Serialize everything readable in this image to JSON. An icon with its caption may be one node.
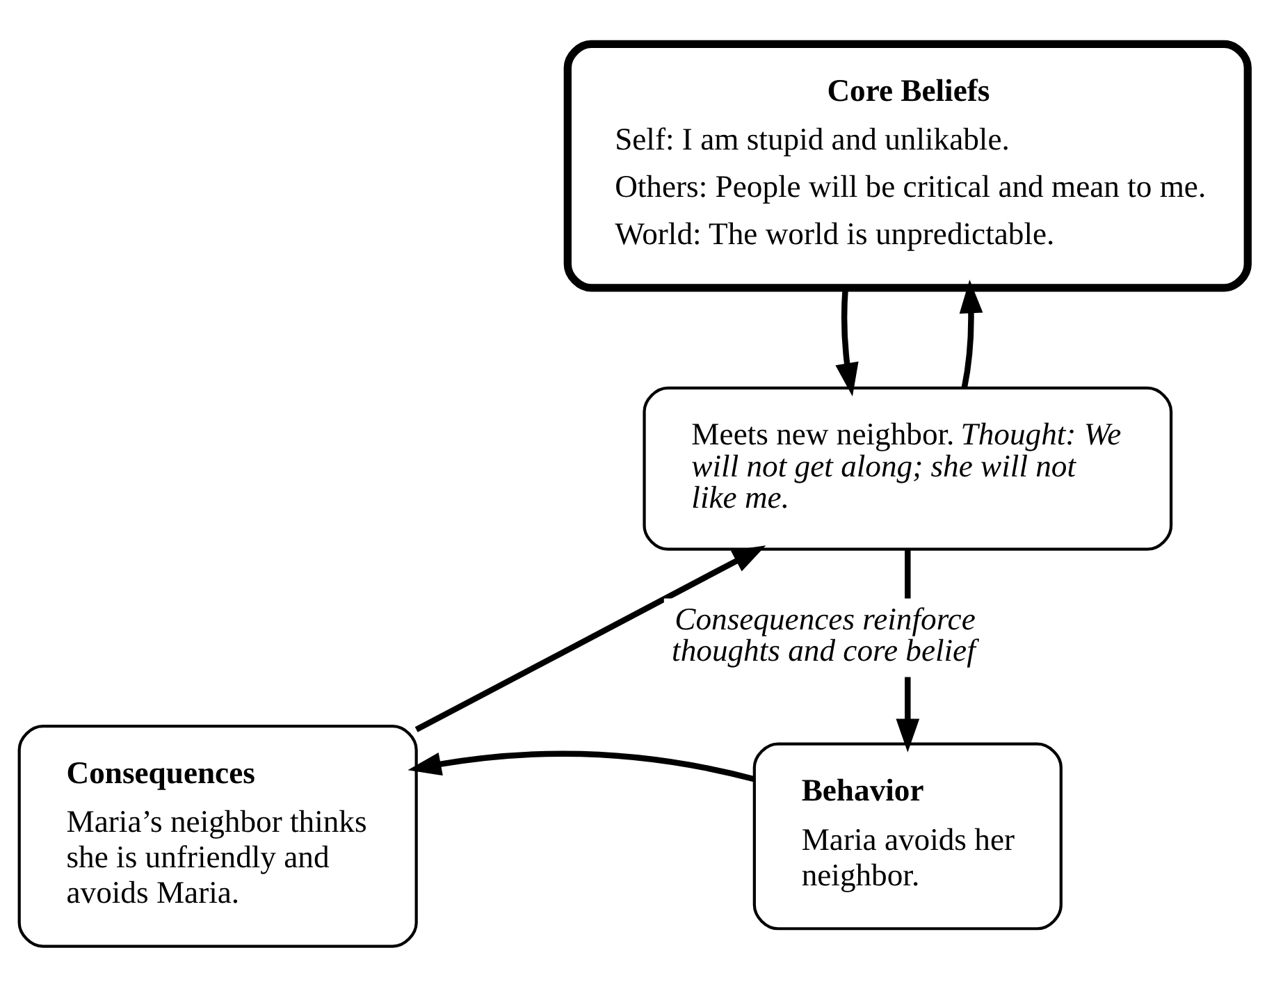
{
  "diagram": {
    "nodes": [
      {
        "text": [
          "Core Beliefs",
          "Self: I am stupid and unlikable.",
          "Others: People will be critical and mean to me.",
          "World: The world is unpredictable."
        ]
      },
      {
        "text": [
          "Meets new neighbor. *Thought: We will not get along; she will not like me.*"
        ]
      },
      {
        "text": [
          "Behavior",
          "Maria avoids her neighbor."
        ]
      },
      {
        "text": [
          "Consequences",
          "Maria’s neighbor thinks she is unfriendly and avoids Maria."
        ]
      }
    ],
    "edges": [
      {
        "from": 1,
        "to": 0,
        "arrow": "to"
      },
      {
        "from": 0,
        "to": 1,
        "arrow": "to"
      },
      {
        "from": 1,
        "to": 2,
        "arrow": "to"
      },
      {
        "from": 2,
        "to": 3,
        "arrow": "to"
      },
      {
        "from": 3,
        "to": 1,
        "arrow": "to",
        "label": "Consequences reinforce thoughts and core belief"
      }
    ]
  }
}
